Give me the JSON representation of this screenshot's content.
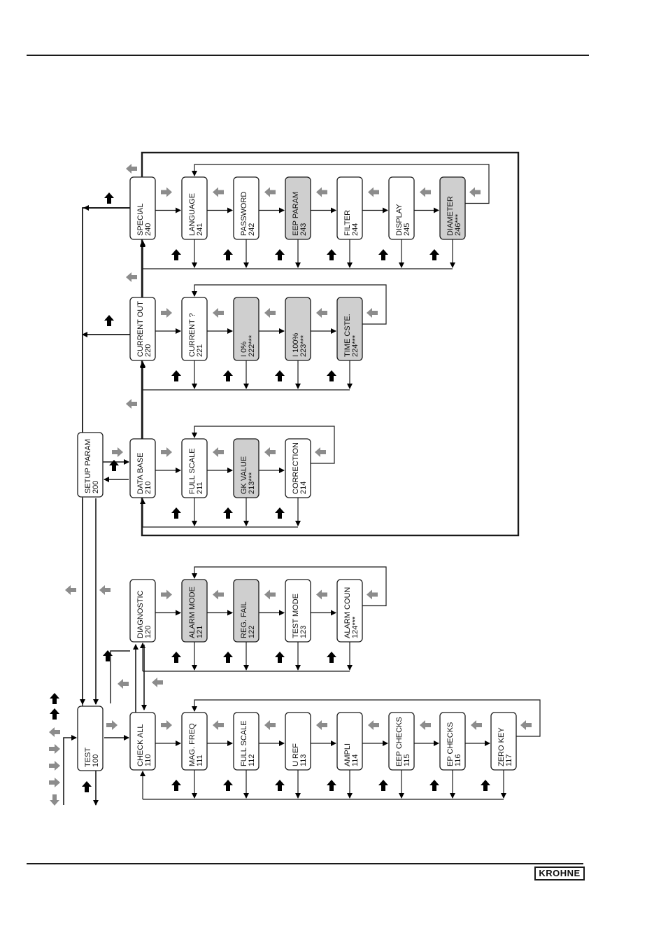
{
  "logo": "KROHNE",
  "colors": {
    "line": "#1a1a1a",
    "box_fill": "#ffffff",
    "box_highlight": "#cfcfcf",
    "arrow_dark": "#000000",
    "arrow_grey": "#8c8c8c"
  },
  "menu": {
    "test": {
      "code": "100",
      "label": "TEST"
    },
    "setup": {
      "code": "200",
      "label": "SETUP PARAM"
    },
    "check_all": {
      "code": "110",
      "label": "CHECK ALL",
      "items": [
        {
          "code": "111",
          "label": "MAG. FREQ",
          "highlight": false
        },
        {
          "code": "112",
          "label": "FULL SCALE",
          "highlight": false
        },
        {
          "code": "113",
          "label": "U REF",
          "highlight": false
        },
        {
          "code": "114",
          "label": "AMPLI",
          "highlight": false
        },
        {
          "code": "115",
          "label": "EEP CHECKS",
          "highlight": false
        },
        {
          "code": "116",
          "label": "EP CHECKS",
          "highlight": false
        },
        {
          "code": "117",
          "label": "ZERO KEY",
          "highlight": false
        }
      ]
    },
    "diagnostic": {
      "code": "120",
      "label": "DIAGNOSTIC",
      "items": [
        {
          "code": "121",
          "label": "ALARM MODE",
          "highlight": true
        },
        {
          "code": "122",
          "label": "REG. FAIL",
          "highlight": true
        },
        {
          "code": "123",
          "label": "TEST MODE",
          "highlight": false
        },
        {
          "code": "124***",
          "label": "ALARM COUN",
          "highlight": false
        }
      ]
    },
    "data_base": {
      "code": "210",
      "label": "DATA BASE",
      "items": [
        {
          "code": "211",
          "label": "FULL SCALE",
          "highlight": false
        },
        {
          "code": "213***",
          "label": "GK VALUE",
          "highlight": true
        },
        {
          "code": "214",
          "label": "CORRECTION",
          "highlight": false
        }
      ]
    },
    "current_out": {
      "code": "220",
      "label": "CURRENT OUT",
      "items": [
        {
          "code": "221",
          "label": "CURRENT ?",
          "highlight": false
        },
        {
          "code": "222***",
          "label": "I 0%",
          "highlight": true
        },
        {
          "code": "223***",
          "label": "I 100%",
          "highlight": true
        },
        {
          "code": "224***",
          "label": "TIME CSTE.",
          "highlight": true
        }
      ]
    },
    "special": {
      "code": "240",
      "label": "SPECIAL",
      "items": [
        {
          "code": "241",
          "label": "LANGUAGE",
          "highlight": false
        },
        {
          "code": "242",
          "label": "PASSWORD",
          "highlight": false
        },
        {
          "code": "243",
          "label": "EEP PARAM",
          "highlight": true
        },
        {
          "code": "244",
          "label": "FILTER",
          "highlight": false
        },
        {
          "code": "245",
          "label": "DISPLAY",
          "highlight": false
        },
        {
          "code": "246***",
          "label": "DIAMETER",
          "highlight": true
        }
      ]
    }
  }
}
